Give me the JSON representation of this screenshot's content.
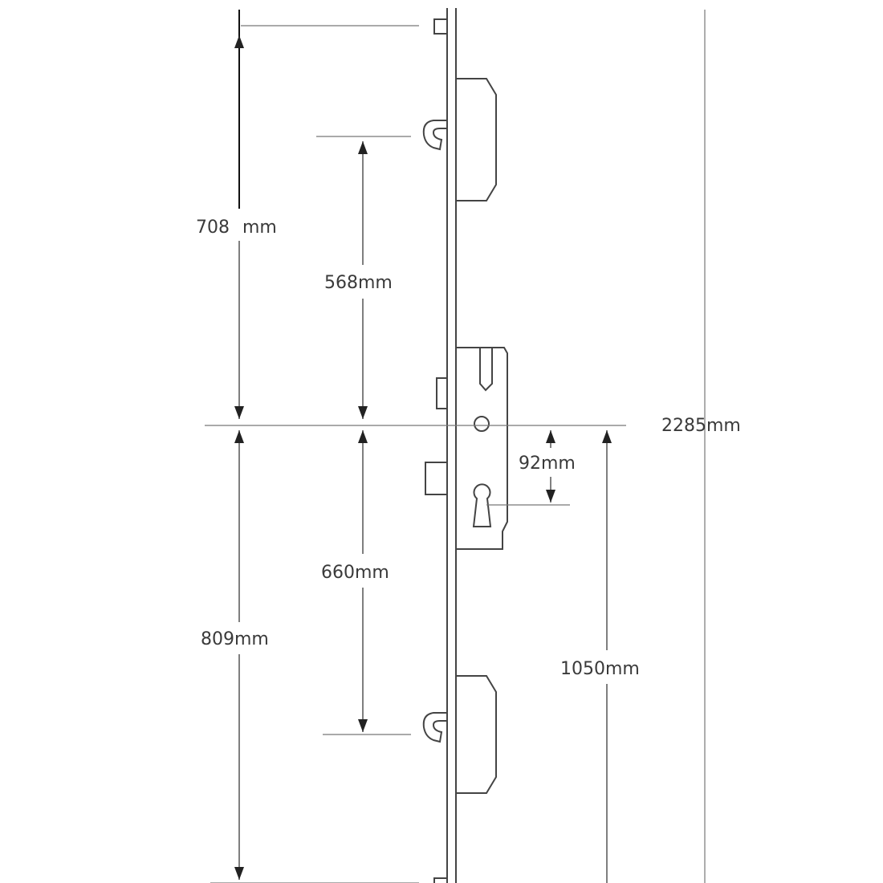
{
  "dimensions": {
    "top_hook_to_center": "708",
    "top_hook_unit": "mm",
    "upper_hook_to_center": "568mm",
    "center_to_lower_hook": "660mm",
    "center_to_bottom": "809mm",
    "spindle_to_cylinder": "92mm",
    "floor_to_center": "1050mm",
    "total_length": "2285mm"
  }
}
